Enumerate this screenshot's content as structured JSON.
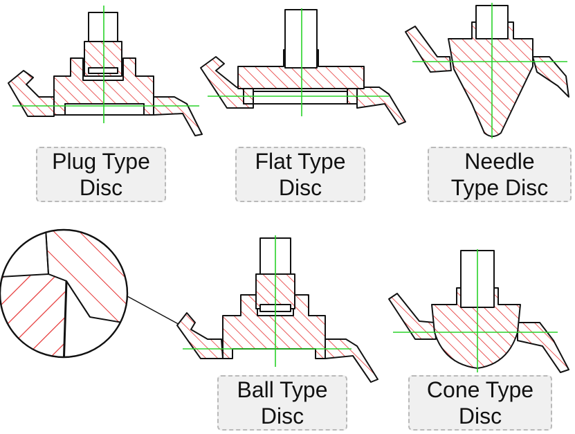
{
  "colors": {
    "hatch": "#e53030",
    "outline": "#111111",
    "centerline": "#28d228",
    "label_bg": "#f0f0f0",
    "label_border": "#b9b9b9"
  },
  "labels": {
    "plug": {
      "line1": "Plug Type",
      "line2": "Disc"
    },
    "flat": {
      "line1": "Flat Type",
      "line2": "Disc"
    },
    "needle": {
      "line1": "Needle",
      "line2": "Type Disc"
    },
    "ball": {
      "line1": "Ball Type",
      "line2": "Disc"
    },
    "cone": {
      "line1": "Cone Type",
      "line2": "Disc"
    }
  }
}
